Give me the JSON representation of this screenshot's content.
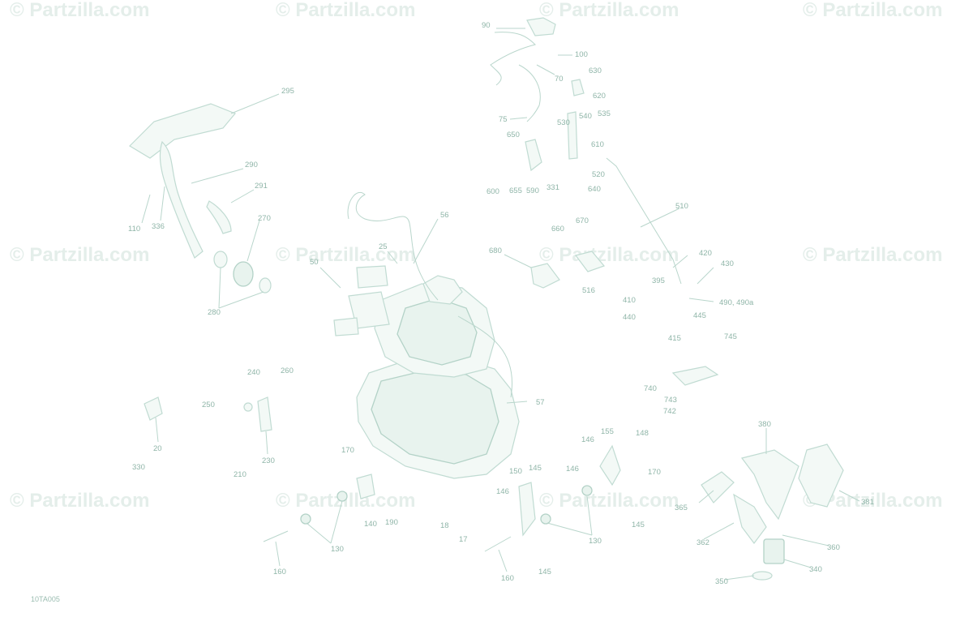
{
  "watermark": "© Partzilla.com",
  "drawing_id": "10TA005",
  "callouts": [
    "90",
    "100",
    "70",
    "630",
    "620",
    "75",
    "535",
    "540",
    "530",
    "650",
    "610",
    "520",
    "600",
    "655",
    "590",
    "331",
    "640",
    "295",
    "290",
    "291",
    "270",
    "110",
    "336",
    "280",
    "56",
    "25",
    "50",
    "680",
    "660",
    "670",
    "516",
    "510",
    "420",
    "430",
    "395",
    "410",
    "490, 490a",
    "440",
    "445",
    "415",
    "745",
    "740",
    "743",
    "742",
    "57",
    "240",
    "260",
    "250",
    "230",
    "210",
    "20",
    "330",
    "155",
    "148",
    "146",
    "170",
    "145",
    "150",
    "130",
    "140",
    "190",
    "18",
    "17",
    "160",
    "380",
    "365",
    "362",
    "360",
    "340",
    "350",
    "381"
  ]
}
